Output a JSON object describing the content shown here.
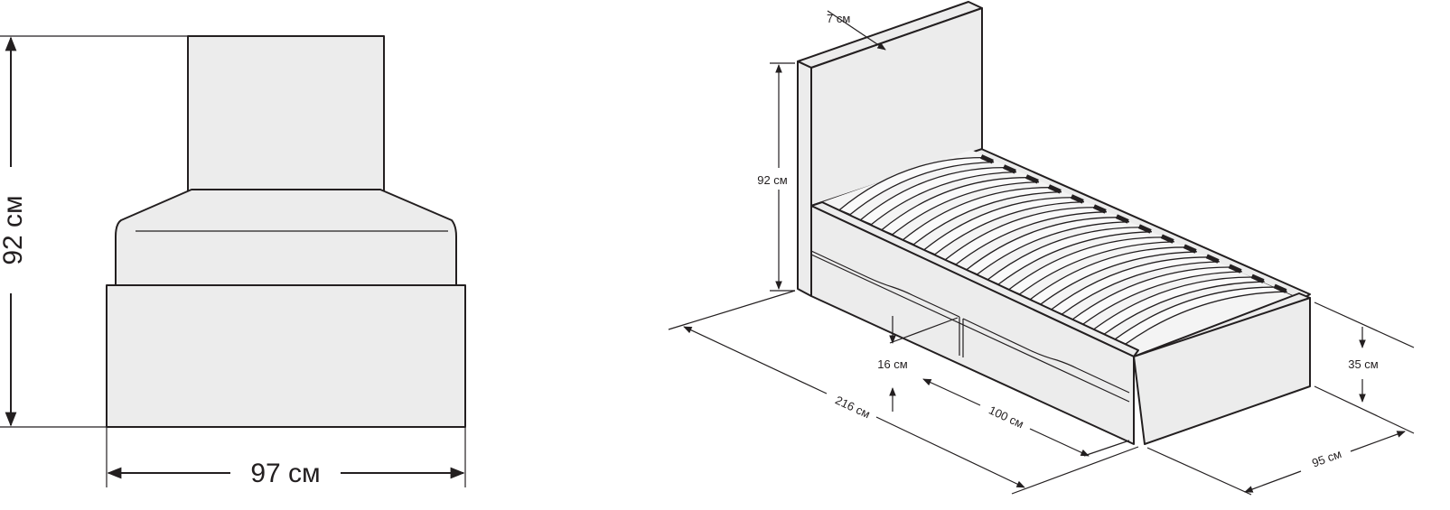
{
  "front_view": {
    "height_label": "92 см",
    "width_label": "97 см"
  },
  "iso_view": {
    "headboard_thickness_label": "7 см",
    "height_label": "92 см",
    "drawer_height_label": "16 см",
    "length_label": "216 см",
    "drawer_length_label": "100 см",
    "base_height_label": "35 см",
    "width_label": "95 см"
  },
  "colors": {
    "line": "#231f20",
    "fill": "#ececec"
  }
}
